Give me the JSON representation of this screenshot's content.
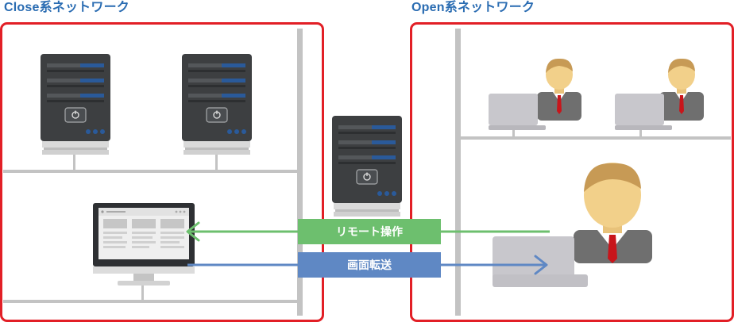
{
  "close_network": {
    "title": "Close系ネットワーク"
  },
  "open_network": {
    "title": "Open系ネットワーク"
  },
  "flows": {
    "remote": {
      "label": "リモート操作",
      "color": "#6dbf6e"
    },
    "screen": {
      "label": "画面転送",
      "color": "#5f88c4"
    }
  },
  "colors": {
    "panel_border": "#e21f26",
    "heading": "#2a6cb2",
    "network_line": "#c3c3c3",
    "server_body": "#3d3f41",
    "server_stripe": "#2a5a9a",
    "person_tie": "#c8151b"
  },
  "icons": [
    "server-icon",
    "desktop-monitor-icon",
    "person-icon",
    "laptop-icon",
    "power-icon"
  ]
}
